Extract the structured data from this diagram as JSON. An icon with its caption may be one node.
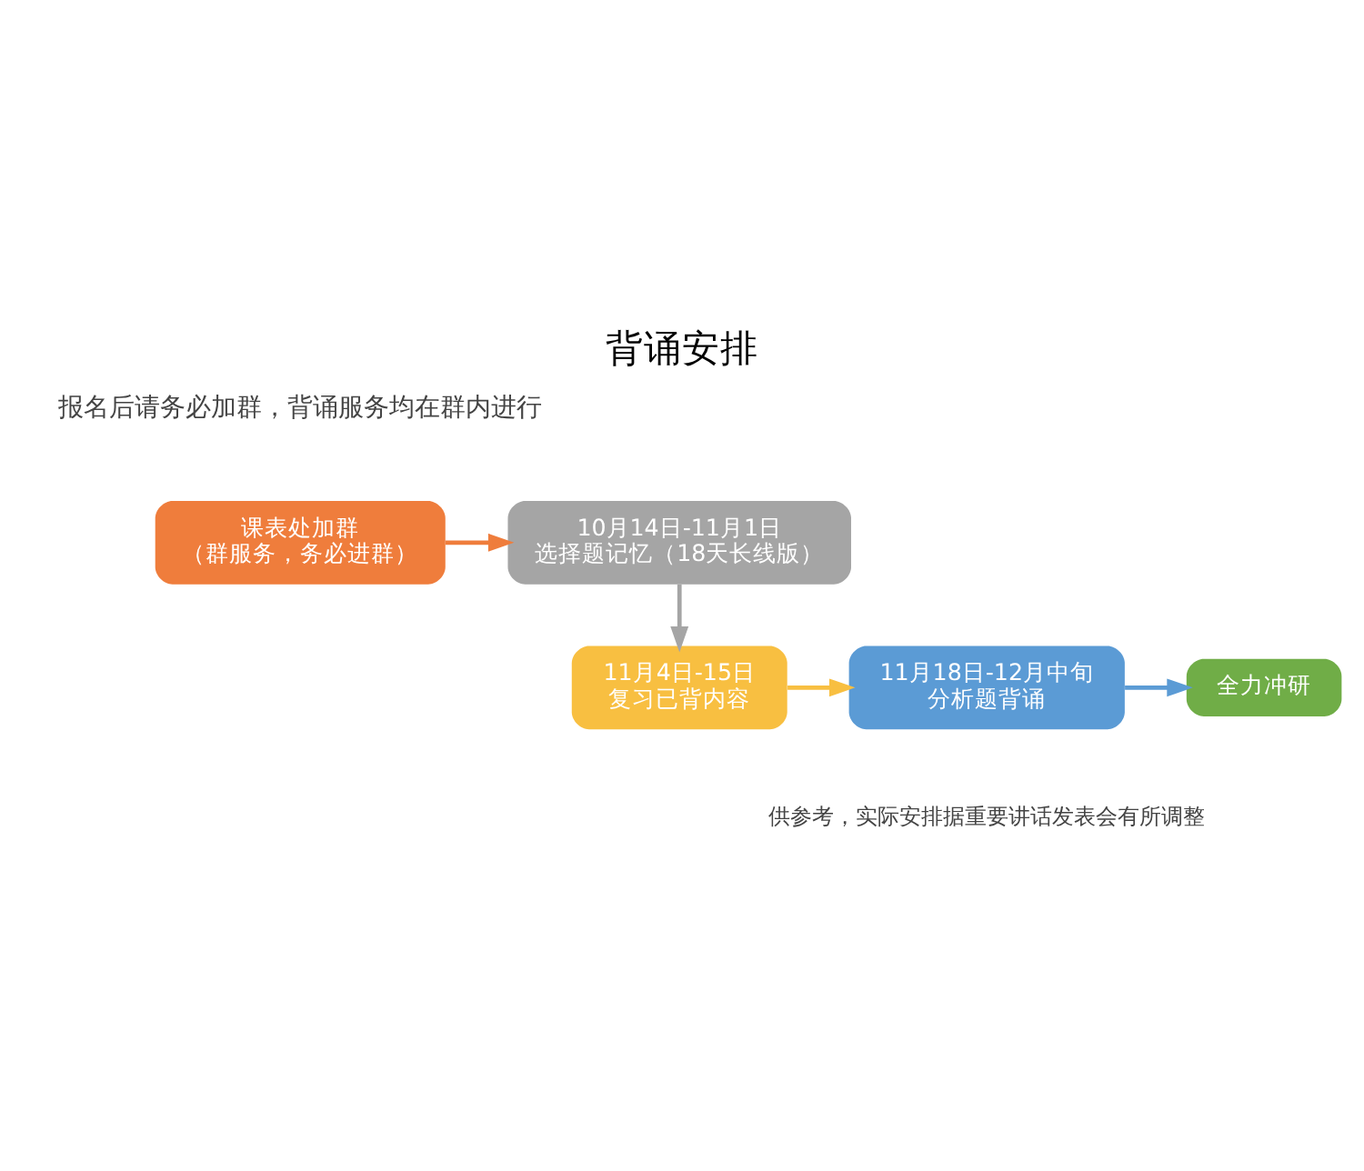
{
  "diagram": {
    "title": "背诵安排",
    "nodes": [
      {
        "text": [
          "课表处加群",
          "（群服务，务必进群）"
        ]
      },
      {
        "text": [
          "10月14日-11月1日",
          "选择题记忆（18天长线版）"
        ]
      },
      {
        "text": [
          "11月4日-15日",
          "复习已背内容"
        ]
      },
      {
        "text": [
          "11月18日-12月中旬",
          "分析题背诵"
        ]
      },
      {
        "text": [
          "全力冲研"
        ]
      }
    ],
    "edges": [
      {
        "from": 0,
        "to": 1,
        "arrow": "to",
        "color": "#ef7d3c"
      },
      {
        "from": 1,
        "to": 2,
        "arrow": "to",
        "color": "#a5a5a5"
      },
      {
        "from": 2,
        "to": 3,
        "arrow": "to",
        "color": "#f8bf41"
      },
      {
        "from": 3,
        "to": 4,
        "arrow": "to",
        "color": "#5b9bd5"
      }
    ],
    "labels": [
      "报名后请务必加群，背诵服务均在群内进行",
      "供参考，实际安排据重要讲话发表会有所调整"
    ]
  }
}
